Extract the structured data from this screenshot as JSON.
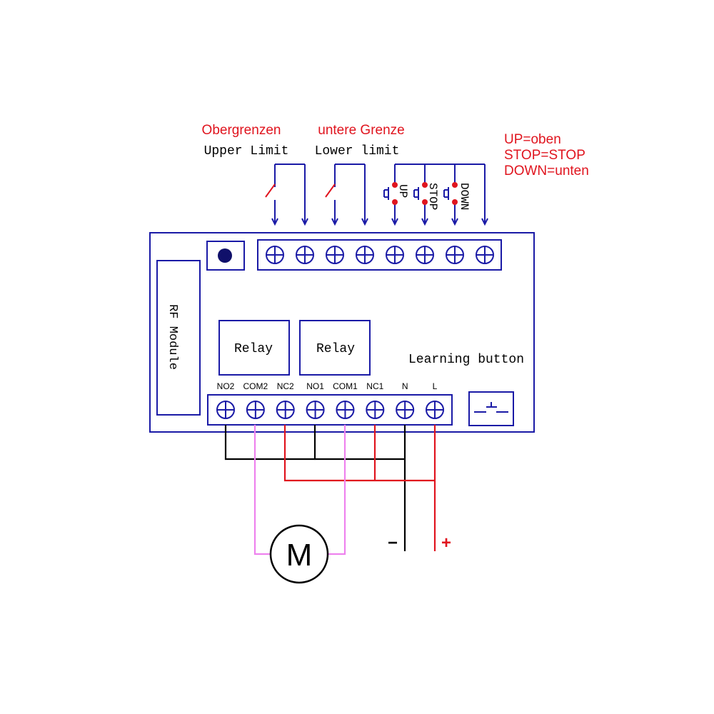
{
  "colors": {
    "board": "#1a1aa6",
    "annotation": "#e0141e",
    "wire_black": "#000000",
    "wire_red": "#e0141e",
    "wire_pink": "#ee82ee",
    "dot": "#10106a"
  },
  "limits": {
    "upper_de": "Obergrenzen",
    "upper_en": "Upper Limit",
    "lower_de": "untere Grenze",
    "lower_en": "Lower limit"
  },
  "buttons": {
    "up": "UP",
    "stop": "STOP",
    "down": "DOWN"
  },
  "legend": {
    "line1": "UP=oben",
    "line2": "STOP=STOP",
    "line3": "DOWN=unten"
  },
  "board": {
    "rf_module": "RF Module",
    "relay1": "Relay",
    "relay2": "Relay",
    "learning_button": "Learning button"
  },
  "bottom_terminals": [
    "NO2",
    "COM2",
    "NC2",
    "NO1",
    "COM1",
    "NC1",
    "N",
    "L"
  ],
  "motor_symbol": "M",
  "power": {
    "negative": "−",
    "positive": "+"
  }
}
